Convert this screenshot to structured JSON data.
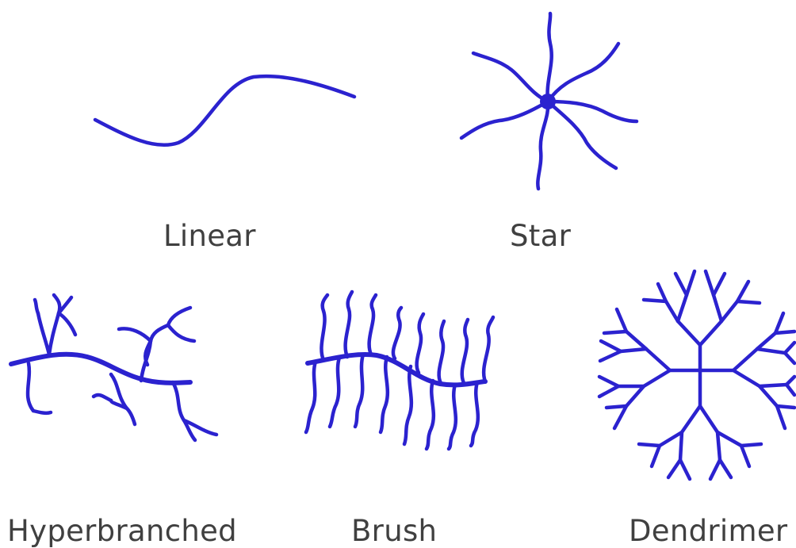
{
  "labels": {
    "linear": "Linear",
    "star": "Star",
    "hyperbranched": "Hyperbranched",
    "brush": "Brush",
    "dendrimer": "Dendrimer"
  },
  "colors": {
    "polymer": "#2b22cf",
    "label_text": "#404040",
    "background": "#ffffff"
  }
}
